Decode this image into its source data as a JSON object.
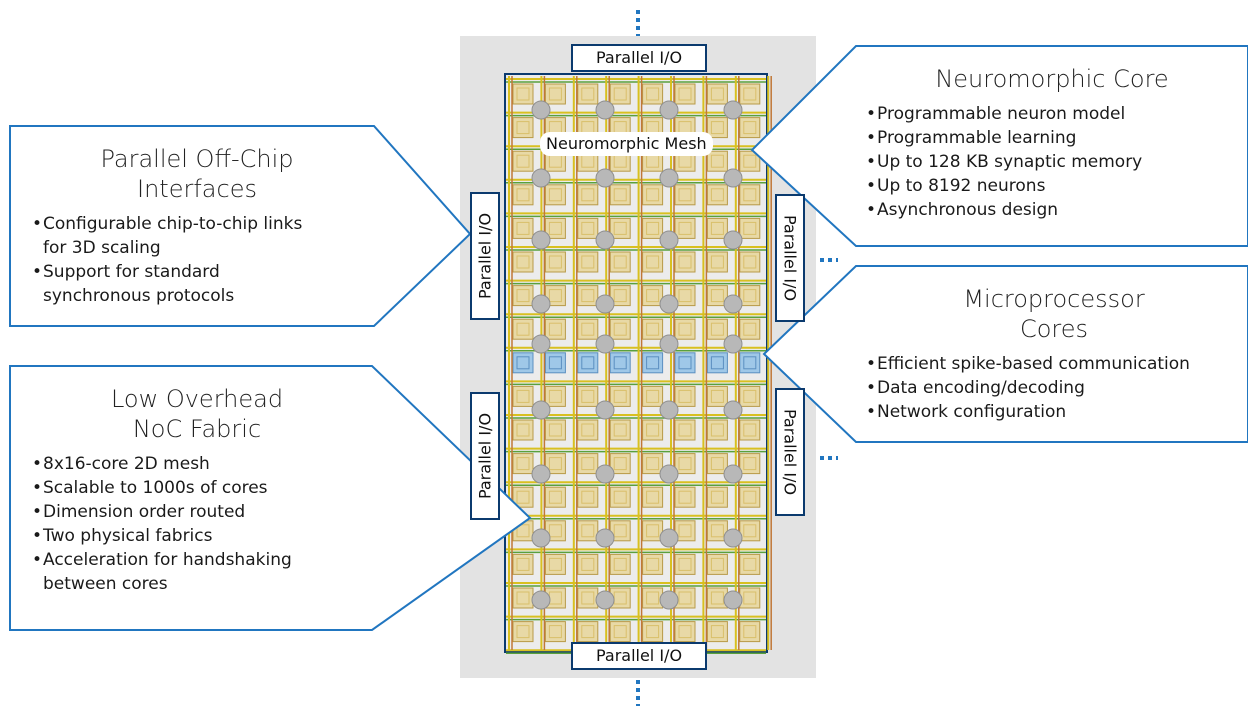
{
  "chip": {
    "mesh_label": "Neuromorphic Mesh",
    "io_top": "Parallel I/O",
    "io_bottom": "Parallel I/O",
    "io_left_upper": "Parallel I/O",
    "io_left_lower": "Parallel I/O",
    "io_right_upper": "Parallel I/O",
    "io_right_lower": "Parallel I/O",
    "colors": {
      "panel": "#e3e3e3",
      "callout_border": "#2176c0",
      "io_border": "#0b3a6e",
      "core": "#e8d9a6",
      "core_inner": "#d9bf6a",
      "micro_core": "#9fc8e8",
      "router": "#b8b8b8",
      "wire_yellow": "#d8c020",
      "wire_green": "#5aa03c",
      "wire_orange": "#c07838",
      "dots": "#2176c0"
    }
  },
  "callouts": {
    "off_chip": {
      "title_line1": "Parallel Off-Chip",
      "title_line2": "Interfaces",
      "bullets": [
        "Configurable chip-to-chip links",
        "Support for standard"
      ],
      "bullet_continuations": [
        "for 3D scaling",
        "synchronous protocols"
      ]
    },
    "noc": {
      "title_line1": "Low Overhead",
      "title_line2": "NoC Fabric",
      "bullets": [
        "8x16-core 2D mesh",
        "Scalable to 1000s of cores",
        "Dimension order routed",
        "Two physical fabrics",
        "Acceleration for handshaking"
      ],
      "bullet_continuation": "between cores"
    },
    "neuro_core": {
      "title": "Neuromorphic Core",
      "bullets": [
        "Programmable neuron model",
        "Programmable learning",
        "Up to 128 KB synaptic memory",
        "Up to 8192 neurons",
        "Asynchronous design"
      ]
    },
    "micro": {
      "title_line1": "Microprocessor",
      "title_line2": "Cores",
      "bullets": [
        "Efficient spike-based communication",
        "Data encoding/decoding",
        "Network configuration"
      ]
    }
  }
}
